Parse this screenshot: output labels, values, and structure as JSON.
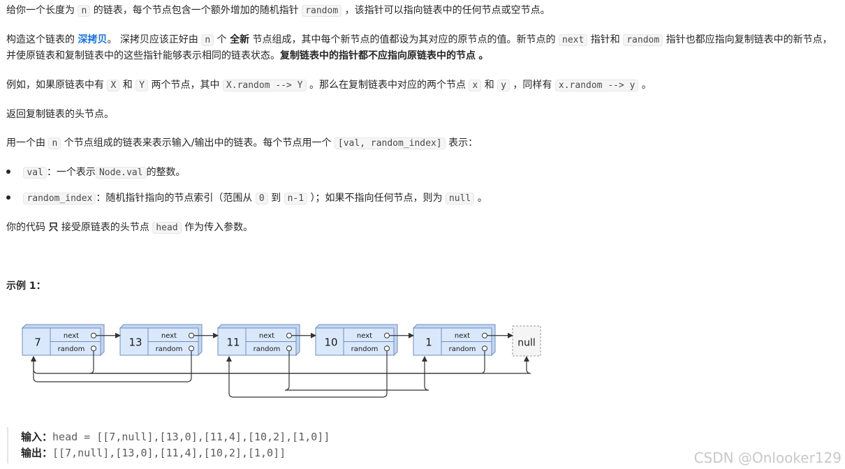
{
  "p1": {
    "t1": "给你一个长度为",
    "c1": "n",
    "t2": "的链表，每个节点包含一个额外增加的随机指针",
    "c2": "random",
    "t3": "，该指针可以指向链表中的任何节点或空节点。"
  },
  "p2": {
    "t1": "构造这个链表的",
    "link": "深拷贝",
    "t2": "。 深拷贝应该正好由",
    "c1": "n",
    "t3": "个",
    "b1": "全新",
    "t4": "节点组成，其中每个新节点的值都设为其对应的原节点的值。新节点的",
    "c2": "next",
    "t5": "指针和",
    "c3": "random",
    "t6": "指针也都应指向复制链表中的新节点，并使原链表和复制链表中的这些指针能够表示相同的链表状态。",
    "b2": "复制链表中的指针都不应指向原链表中的节点",
    "t7": "。"
  },
  "p3": {
    "t1": "例如，如果原链表中有",
    "c1": "X",
    "t2": "和",
    "c2": "Y",
    "t3": "两个节点，其中",
    "c3": "X.random --> Y",
    "t4": "。那么在复制链表中对应的两个节点",
    "c4": "x",
    "t5": "和",
    "c5": "y",
    "t6": "，同样有",
    "c6": "x.random --> y",
    "t7": "。"
  },
  "p4": {
    "t1": "返回复制链表的头节点。"
  },
  "p5": {
    "t1": "用一个由",
    "c1": "n",
    "t2": "个节点组成的链表来表示输入/输出中的链表。每个节点用一个",
    "c2": "[val, random_index]",
    "t3": "表示："
  },
  "li1": {
    "c1": "val",
    "t1": "：一个表示",
    "c2": "Node.val",
    "t2": "的整数。"
  },
  "li2": {
    "c1": "random_index",
    "t1": "：随机指针指向的节点索引（范围从",
    "c2": "0",
    "t2": "到",
    "c3": "n-1",
    "t3": "）；如果不指向任何节点，则为",
    "c4": "null",
    "t4": "。"
  },
  "p6": {
    "t1": "你的代码",
    "b1": "只",
    "t2": "接受原链表的头节点",
    "c1": "head",
    "t3": "作为传入参数。"
  },
  "example": {
    "title": "示例 1："
  },
  "diagram": {
    "nodes": [
      {
        "val": "7",
        "random": null
      },
      {
        "val": "13",
        "random": 0
      },
      {
        "val": "11",
        "random": 4
      },
      {
        "val": "10",
        "random": 2
      },
      {
        "val": "1",
        "random": 0
      }
    ],
    "next_label": "next",
    "random_label": "random",
    "null_label": "null",
    "colors": {
      "node_fill": "#dae8fc",
      "node_stroke": "#6c8ebf",
      "null_fill": "#f5f5f5",
      "null_stroke": "#999999",
      "line": "#333333"
    }
  },
  "io": {
    "input_label": "输入：",
    "input_value": "head = [[7,null],[13,0],[11,4],[10,2],[1,0]]",
    "output_label": "输出：",
    "output_value": "[[7,null],[13,0],[11,4],[10,2],[1,0]]"
  },
  "watermark": "CSDN @Onlooker129"
}
